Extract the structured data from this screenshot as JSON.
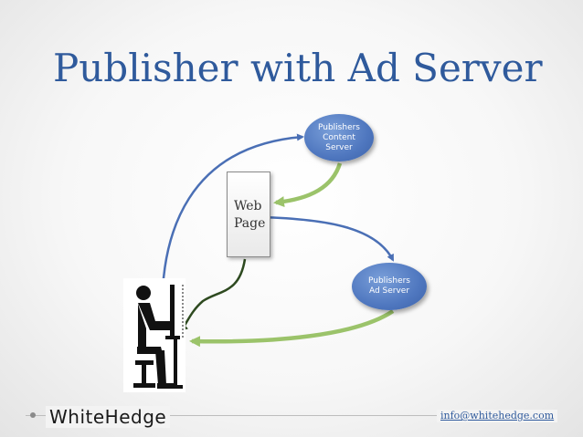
{
  "slide": {
    "title": "Publisher with Ad Server"
  },
  "nodes": {
    "content_server": {
      "line1": "Publishers",
      "line2": "Content",
      "line3": "Server"
    },
    "ad_server": {
      "line1": "Publishers",
      "line2": "Ad Server"
    },
    "web_page": {
      "line1": "Web",
      "line2": "Page"
    }
  },
  "footer": {
    "logo": "WhiteHedge",
    "email": "info@whitehedge.com"
  },
  "colors": {
    "title": "#2f5a9c",
    "node_fill": "#4f77bf",
    "arrow_blue": "#4a6fb5",
    "arrow_green": "#9bc36a",
    "arrow_dark_green": "#2e4a20"
  }
}
